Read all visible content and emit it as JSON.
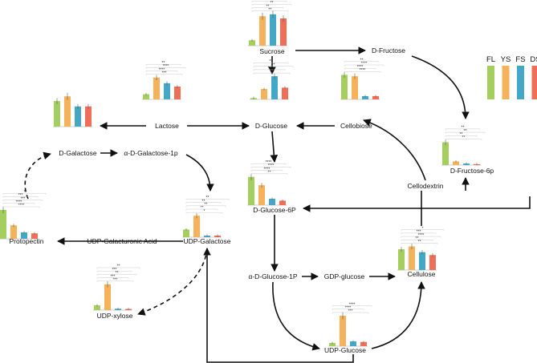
{
  "legend": {
    "colors": {
      "FL": "#a4cf5e",
      "YS": "#f5b25a",
      "FS": "#44a7c6",
      "DS": "#ee6e58"
    },
    "items": [
      {
        "label": "FL",
        "color": "#a4cf5e"
      },
      {
        "label": "YS",
        "color": "#f5b25a"
      },
      {
        "label": "FS",
        "color": "#44a7c6"
      },
      {
        "label": "DS",
        "color": "#ee6e58"
      }
    ]
  },
  "nodes": {
    "sucrose": "Sucrose",
    "d_fructose": "D-Fructose",
    "lactose": "Lactose",
    "d_glucose": "D-Glucose",
    "cellobiose": "Cellobiose",
    "d_galactose": "D-Galactose",
    "a_d_galactose_1p": "α-D-Galactose-1p",
    "d_fructose_6p": "D-Fructose-6p",
    "d_glucose_6p": "D-Glucose-6P",
    "cellodextrin": "Cellodextrin",
    "protopectin": "Protopectin",
    "udp_galacturonic_acid": "UDP-Galacturonic Acid",
    "udp_galactose": "UDP-Galactose",
    "a_d_glucose_1p": "α-D-Glucose-1P",
    "gdp_glucose": "GDP-glucose",
    "cellulose": "Cellulose",
    "udp_xylose": "UDP-xylose",
    "udp_glucose": "UDP-Glucose"
  },
  "chart_data": [
    {
      "type": "bar",
      "name": "Sucrose",
      "categories": [
        "FL",
        "YS",
        "FS",
        "DS"
      ],
      "values": [
        0.17,
        0.92,
        0.98,
        0.85
      ],
      "significance": [
        "**",
        "**",
        "**",
        "**"
      ]
    },
    {
      "type": "bar",
      "name": "Lactose",
      "categories": [
        "FL",
        "YS",
        "FS",
        "DS"
      ],
      "values": [
        0.2,
        0.85,
        0.63,
        0.5
      ],
      "significance": [
        "***",
        "****",
        "****",
        "**"
      ]
    },
    {
      "type": "bar",
      "name": "D-Glucose",
      "categories": [
        "FL",
        "YS",
        "FS",
        "DS"
      ],
      "values": [
        0.05,
        0.38,
        0.85,
        0.43
      ],
      "significance": [
        "**",
        "**",
        "**",
        "**"
      ]
    },
    {
      "type": "bar",
      "name": "Cellobiose",
      "categories": [
        "FL",
        "YS",
        "FS",
        "DS"
      ],
      "values": [
        0.9,
        0.85,
        0.12,
        0.12
      ],
      "significance": [
        "****",
        "****",
        "****",
        "**"
      ]
    },
    {
      "type": "bar",
      "name": "D-Galactose",
      "categories": [
        "FL",
        "YS",
        "FS",
        "DS"
      ],
      "values": [
        0.76,
        0.9,
        0.6,
        0.6
      ],
      "significance": []
    },
    {
      "type": "bar",
      "name": "D-Fructose-6p",
      "categories": [
        "FL",
        "YS",
        "FS",
        "DS"
      ],
      "values": [
        0.75,
        0.12,
        0.05,
        0.03
      ],
      "significance": [
        "**",
        "**",
        "**",
        "**"
      ]
    },
    {
      "type": "bar",
      "name": "D-Glucose-6P",
      "categories": [
        "FL",
        "YS",
        "FS",
        "DS"
      ],
      "values": [
        0.88,
        0.62,
        0.2,
        0.14
      ],
      "significance": [
        "**",
        "****",
        "****",
        "****"
      ]
    },
    {
      "type": "bar",
      "name": "Protopectin",
      "categories": [
        "FL",
        "YS",
        "FS",
        "DS"
      ],
      "values": [
        0.9,
        0.42,
        0.2,
        0.17
      ],
      "significance": [
        "****",
        "****",
        "***",
        "***",
        "*"
      ]
    },
    {
      "type": "bar",
      "name": "UDP-Galactose",
      "categories": [
        "FL",
        "YS",
        "FS",
        "DS"
      ],
      "values": [
        0.24,
        0.67,
        0.05,
        0.05
      ],
      "significance": [
        "*",
        "**",
        "**",
        "**",
        "**"
      ]
    },
    {
      "type": "bar",
      "name": "Cellulose",
      "categories": [
        "FL",
        "YS",
        "FS",
        "DS"
      ],
      "values": [
        0.72,
        0.82,
        0.62,
        0.52
      ],
      "significance": [
        "**",
        "**",
        "****",
        "***",
        "*"
      ]
    },
    {
      "type": "bar",
      "name": "UDP-xylose",
      "categories": [
        "FL",
        "YS",
        "FS",
        "DS"
      ],
      "values": [
        0.17,
        0.92,
        0.05,
        0.04
      ],
      "significance": [
        "***",
        "***",
        "**",
        "***",
        "**"
      ]
    },
    {
      "type": "bar",
      "name": "UDP-Glucose",
      "categories": [
        "FL",
        "YS",
        "FS",
        "DS"
      ],
      "values": [
        0.1,
        0.95,
        0.15,
        0.13
      ],
      "significance": [
        "***",
        "****",
        "****"
      ]
    }
  ]
}
